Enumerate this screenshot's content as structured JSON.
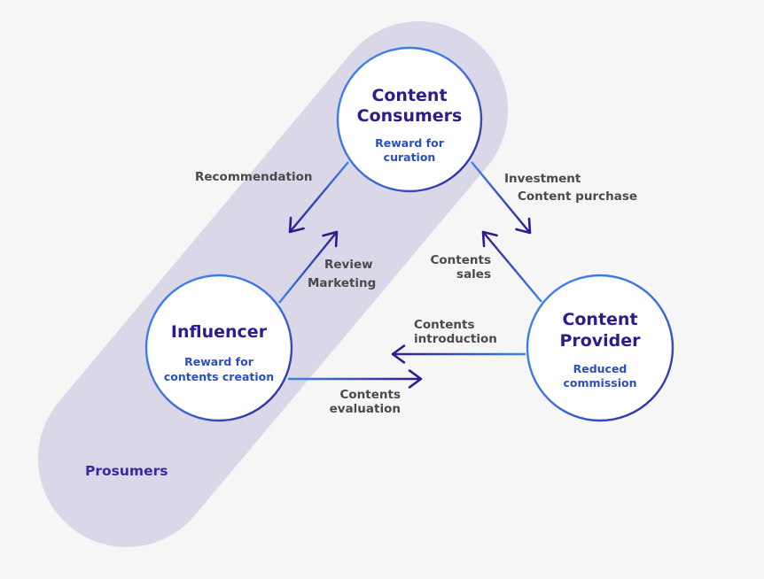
{
  "colors": {
    "background": "#f6f6f6",
    "group_fill": "#dad7e8",
    "node_fill": "#ffffff",
    "stroke_start": "#3d86ef",
    "stroke_end": "#2b1c8f",
    "title": "#2b1c8f",
    "subtitle": "#2a4fc0",
    "edge_label": "#4a4a4a",
    "group_label": "#3a2aa0"
  },
  "group": {
    "label": "Prosumers"
  },
  "nodes": [
    {
      "id": "consumers",
      "title_lines": [
        "Content",
        "Consumers"
      ],
      "subtitle_lines": [
        "Reward for",
        "curation"
      ]
    },
    {
      "id": "influencer",
      "title_lines": [
        "Influencer"
      ],
      "subtitle_lines": [
        "Reward for",
        "contents creation"
      ]
    },
    {
      "id": "provider",
      "title_lines": [
        "Content",
        "Provider"
      ],
      "subtitle_lines": [
        "Reduced",
        "commission"
      ]
    }
  ],
  "edges": [
    {
      "from": "consumers",
      "to": "influencer",
      "label_lines": [
        "Recommendation"
      ]
    },
    {
      "from": "influencer",
      "to": "consumers",
      "label_lines": [
        "Review",
        "Marketing"
      ]
    },
    {
      "from": "consumers",
      "to": "provider",
      "label_lines": [
        "Investment",
        "Content purchase"
      ]
    },
    {
      "from": "provider",
      "to": "consumers",
      "label_lines": [
        "Contents",
        "sales"
      ]
    },
    {
      "from": "provider",
      "to": "influencer",
      "label_lines": [
        "Contents",
        "introduction"
      ]
    },
    {
      "from": "influencer",
      "to": "provider",
      "label_lines": [
        "Contents",
        "evaluation"
      ]
    }
  ]
}
